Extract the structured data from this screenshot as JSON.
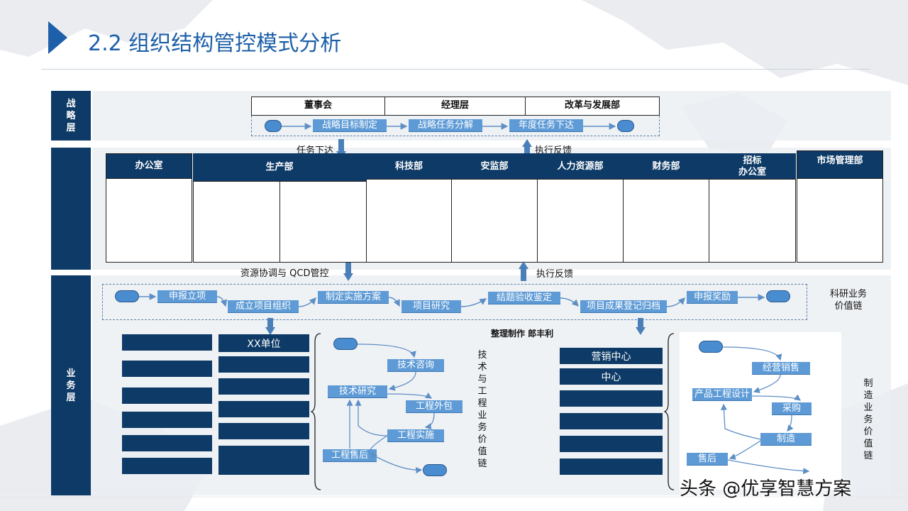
{
  "page": {
    "title": "2.2 组织结构管控模式分析"
  },
  "layers": {
    "strategy": "战略层",
    "business_top": "",
    "business": "业务层"
  },
  "top_table": {
    "headers": [
      "董事会",
      "经理层",
      "改革与发展部"
    ]
  },
  "strategy_flow": [
    "战略目标制定",
    "战略任务分解",
    "年度任务下达"
  ],
  "arrows": {
    "task_down": "任务下达",
    "exec_feedback_1": "执行反馈",
    "resource": "资源协调与 QCD管控",
    "exec_feedback_2": "执行反馈"
  },
  "departments": [
    {
      "label": "办公室"
    },
    {
      "label": "生产部"
    },
    {
      "label": "科技部"
    },
    {
      "label": "安监部"
    },
    {
      "label": "人力资源部"
    },
    {
      "label": "财务部"
    },
    {
      "label": "招标\n办公室"
    },
    {
      "label": "市场管理部"
    }
  ],
  "research_chain": {
    "steps": [
      "申报立项",
      "成立项目组织",
      "制定实施方案",
      "项目研究",
      "结题验收鉴定",
      "项目成果登记归档",
      "申报奖励"
    ],
    "label": "科研业务价值链"
  },
  "center_caption": "整理制作 郎丰利",
  "left_units": {
    "selected": "XX单位"
  },
  "tech_chain": {
    "steps": [
      "技术咨询",
      "技术研究",
      "工程外包",
      "工程实施",
      "工程售后"
    ],
    "label": "技术与工程业务价值链"
  },
  "marketing_units": [
    "营销中心",
    "中心"
  ],
  "mfg_chain": {
    "steps": [
      "经营销售",
      "产品工程设计",
      "采购",
      "制造",
      "售后"
    ],
    "label": "制造业务价值链"
  },
  "watermark": "头条 @优享智慧方案",
  "colors": {
    "navy": "#0d3a66",
    "process": "#5e9bd6",
    "title": "#1d5fa8"
  }
}
